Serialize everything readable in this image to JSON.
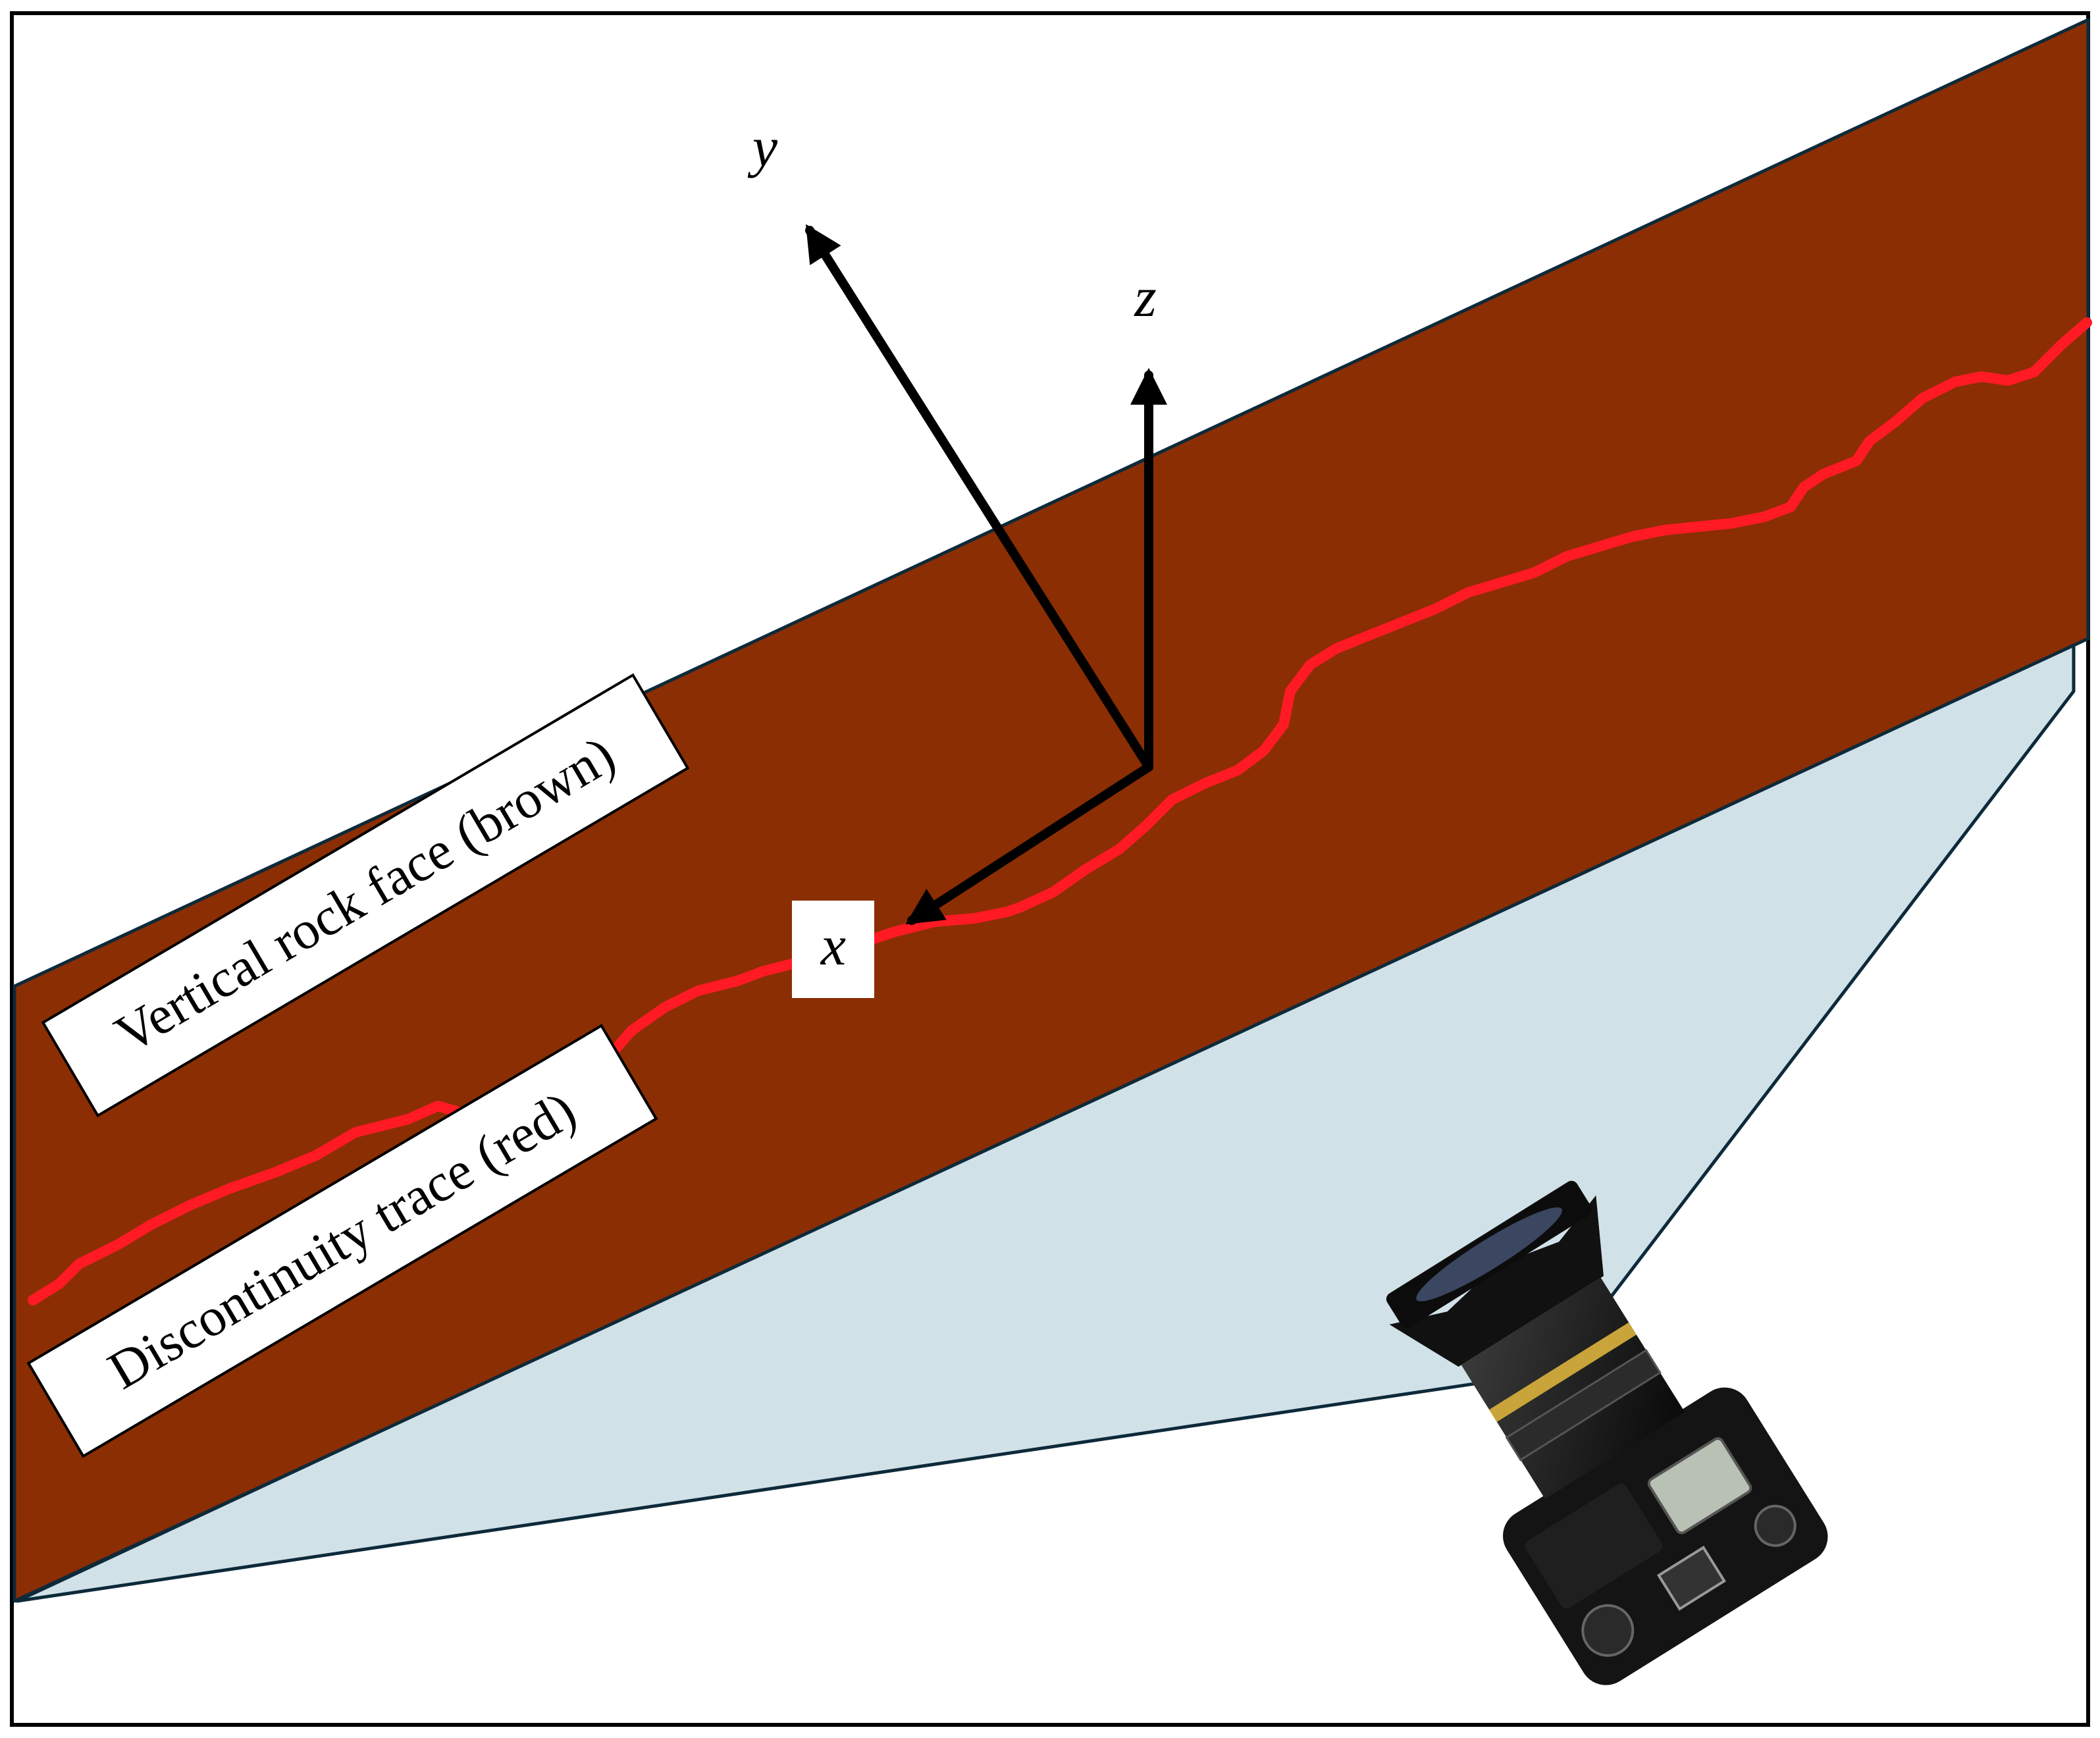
{
  "diagram": {
    "axes": {
      "x_label": "x",
      "y_label": "y",
      "z_label": "z"
    },
    "labels": {
      "rock_face": "Vertical rock face (brown)",
      "trace": "Discontinuity trace (red)"
    },
    "colors": {
      "rock_face": "#8b2e03",
      "trace": "#ff1a24",
      "field_of_view": "#d1e1e8",
      "outline": "#0d2a3a",
      "axis": "#000000",
      "background": "#ffffff"
    },
    "icons": {
      "camera": "camera-icon"
    }
  }
}
